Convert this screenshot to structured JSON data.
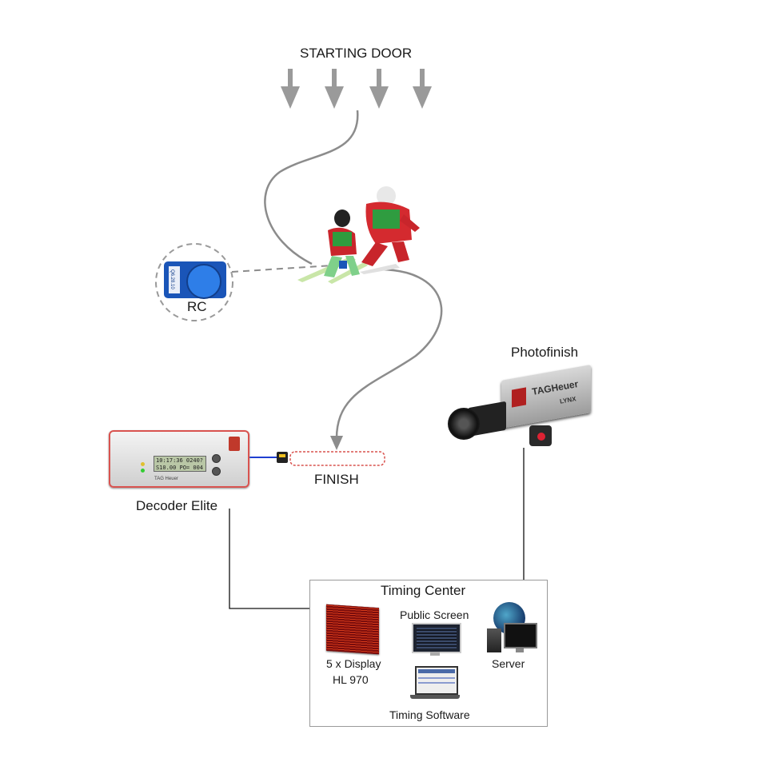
{
  "diagram": {
    "start_label": "STARTING DOOR",
    "rc_label": "RC",
    "rc_device_code": "Q6.28.10",
    "finish_label": "FINISH",
    "decoder_label": "Decoder Elite",
    "decoder_lcd_line1": "10:17:36  0240?",
    "decoder_lcd_line2": "S10.00 PO= 004",
    "decoder_brand": "TAG Heuer",
    "photofinish_label": "Photofinish",
    "camera_brand": "TAGHeuer",
    "camera_model": "LYNX",
    "timing_center_title": "Timing Center",
    "public_screen_label": "Public Screen",
    "display_label_1": "5 x Display",
    "display_label_2": "HL 970",
    "server_label": "Server",
    "software_label": "Timing Software"
  },
  "colors": {
    "arrow_gray": "#9a9a9a",
    "path_gray": "#8c8c8c",
    "finish_red": "#d9534f",
    "cable_blue": "#1f3fd1",
    "line_black": "#111111"
  },
  "icons": [
    "arrow-down-icon",
    "skiers-image",
    "rc-transponder-icon",
    "decoder-device-icon",
    "camera-icon",
    "led-display-icon",
    "monitor-icon",
    "server-icon",
    "laptop-icon"
  ]
}
